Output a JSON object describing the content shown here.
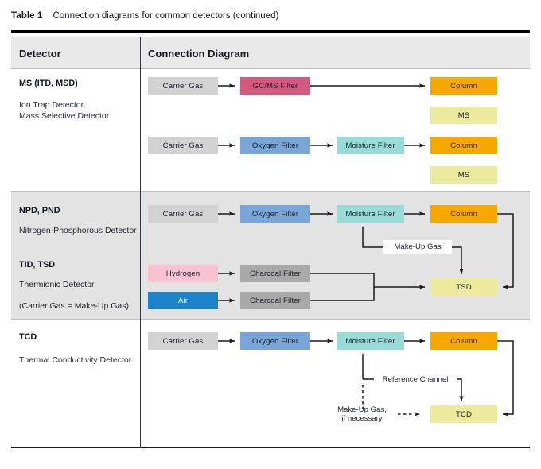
{
  "caption": {
    "label": "Table 1",
    "text": "Connection diagrams for common detectors (continued)"
  },
  "table": {
    "headers": {
      "detector": "Detector",
      "diagram": "Connection Diagram"
    },
    "rows": [
      {
        "id": "ms",
        "shaded": false,
        "detector": {
          "code": "MS (ITD, MSD)",
          "description_lines": [
            "Ion Trap Detector,",
            "Mass Selective Detector"
          ]
        },
        "diagram": {
          "nodes": [
            {
              "name": "carrier-gas-1",
              "label": "Carrier Gas",
              "color": "#d2d2d2",
              "text_light": false
            },
            {
              "name": "gcms-filter",
              "label": "GC/MS Filter",
              "color": "#d3597e",
              "text_light": false
            },
            {
              "name": "column-1",
              "label": "Column",
              "color": "#f6a800",
              "text_light": false
            },
            {
              "name": "ms-1",
              "label": "MS",
              "color": "#ecea9c",
              "text_light": false
            },
            {
              "name": "carrier-gas-2",
              "label": "Carrier Gas",
              "color": "#d2d2d2",
              "text_light": false
            },
            {
              "name": "oxygen-filter-1",
              "label": "Oxygen Filter",
              "color": "#79a6d8",
              "text_light": false
            },
            {
              "name": "moisture-filter-1",
              "label": "Moisture Filter",
              "color": "#99dbd6",
              "text_light": false
            },
            {
              "name": "column-2",
              "label": "Column",
              "color": "#f6a800",
              "text_light": false
            },
            {
              "name": "ms-2",
              "label": "MS",
              "color": "#ecea9c",
              "text_light": false
            }
          ],
          "annotations": []
        }
      },
      {
        "id": "npd-tid",
        "shaded": true,
        "detector": {
          "code": "NPD, PND",
          "description_lines": [
            "Nitrogen-Phosphorous Detector"
          ],
          "code2": "TID, TSD",
          "description2_lines": [
            "Thermionic Detector",
            "(Carrier Gas = Make-Up Gas)"
          ]
        },
        "diagram": {
          "nodes": [
            {
              "name": "carrier-gas-3",
              "label": "Carrier Gas",
              "color": "#d2d2d2",
              "text_light": false
            },
            {
              "name": "oxygen-filter-2",
              "label": "Oxygen Filter",
              "color": "#79a6d8",
              "text_light": false
            },
            {
              "name": "moisture-filter-2",
              "label": "Moisture Filter",
              "color": "#99dbd6",
              "text_light": false
            },
            {
              "name": "column-3",
              "label": "Column",
              "color": "#f6a800",
              "text_light": false
            },
            {
              "name": "hydrogen",
              "label": "Hydrogen",
              "color": "#f9c2d2",
              "text_light": false
            },
            {
              "name": "charcoal-filter-1",
              "label": "Charcoal Filter",
              "color": "#a9a9a9",
              "text_light": false
            },
            {
              "name": "air",
              "label": "Air",
              "color": "#1c82ca",
              "text_light": true
            },
            {
              "name": "charcoal-filter-2",
              "label": "Charcoal Filter",
              "color": "#a9a9a9",
              "text_light": false
            },
            {
              "name": "tsd",
              "label": "TSD",
              "color": "#ecea9c",
              "text_light": false
            }
          ],
          "annotations": [
            {
              "name": "make-up-gas-label",
              "label": "Make-Up Gas"
            }
          ]
        }
      },
      {
        "id": "tcd",
        "shaded": false,
        "detector": {
          "code": "TCD",
          "description_lines": [
            "Thermal Conductivity Detector"
          ]
        },
        "diagram": {
          "nodes": [
            {
              "name": "carrier-gas-4",
              "label": "Carrier Gas",
              "color": "#d2d2d2",
              "text_light": false
            },
            {
              "name": "oxygen-filter-3",
              "label": "Oxygen Filter",
              "color": "#79a6d8",
              "text_light": false
            },
            {
              "name": "moisture-filter-3",
              "label": "Moisture Filter",
              "color": "#99dbd6",
              "text_light": false
            },
            {
              "name": "column-4",
              "label": "Column",
              "color": "#f6a800",
              "text_light": false
            },
            {
              "name": "tcd",
              "label": "TCD",
              "color": "#ecea9c",
              "text_light": false
            }
          ],
          "annotations": [
            {
              "name": "reference-channel-label",
              "label": "Reference Channel"
            },
            {
              "name": "make-up-gas-label-2",
              "label_line1": "Make-Up Gas,",
              "label_line2": "if necessary"
            }
          ]
        }
      }
    ]
  },
  "palette": {
    "carrier_gas": "#d2d2d2",
    "gcms_filter": "#d3597e",
    "oxygen_filter": "#79a6d8",
    "moisture_filter": "#99dbd6",
    "column": "#f6a800",
    "detector_yellow": "#ecea9c",
    "hydrogen_pink": "#f9c2d2",
    "air_blue": "#1c82ca",
    "charcoal_gray": "#a9a9a9",
    "header_band": "#e9e9e9",
    "shaded_row": "#e3e3e3",
    "rule": "#000000",
    "arrow": "#1a1a1a"
  }
}
